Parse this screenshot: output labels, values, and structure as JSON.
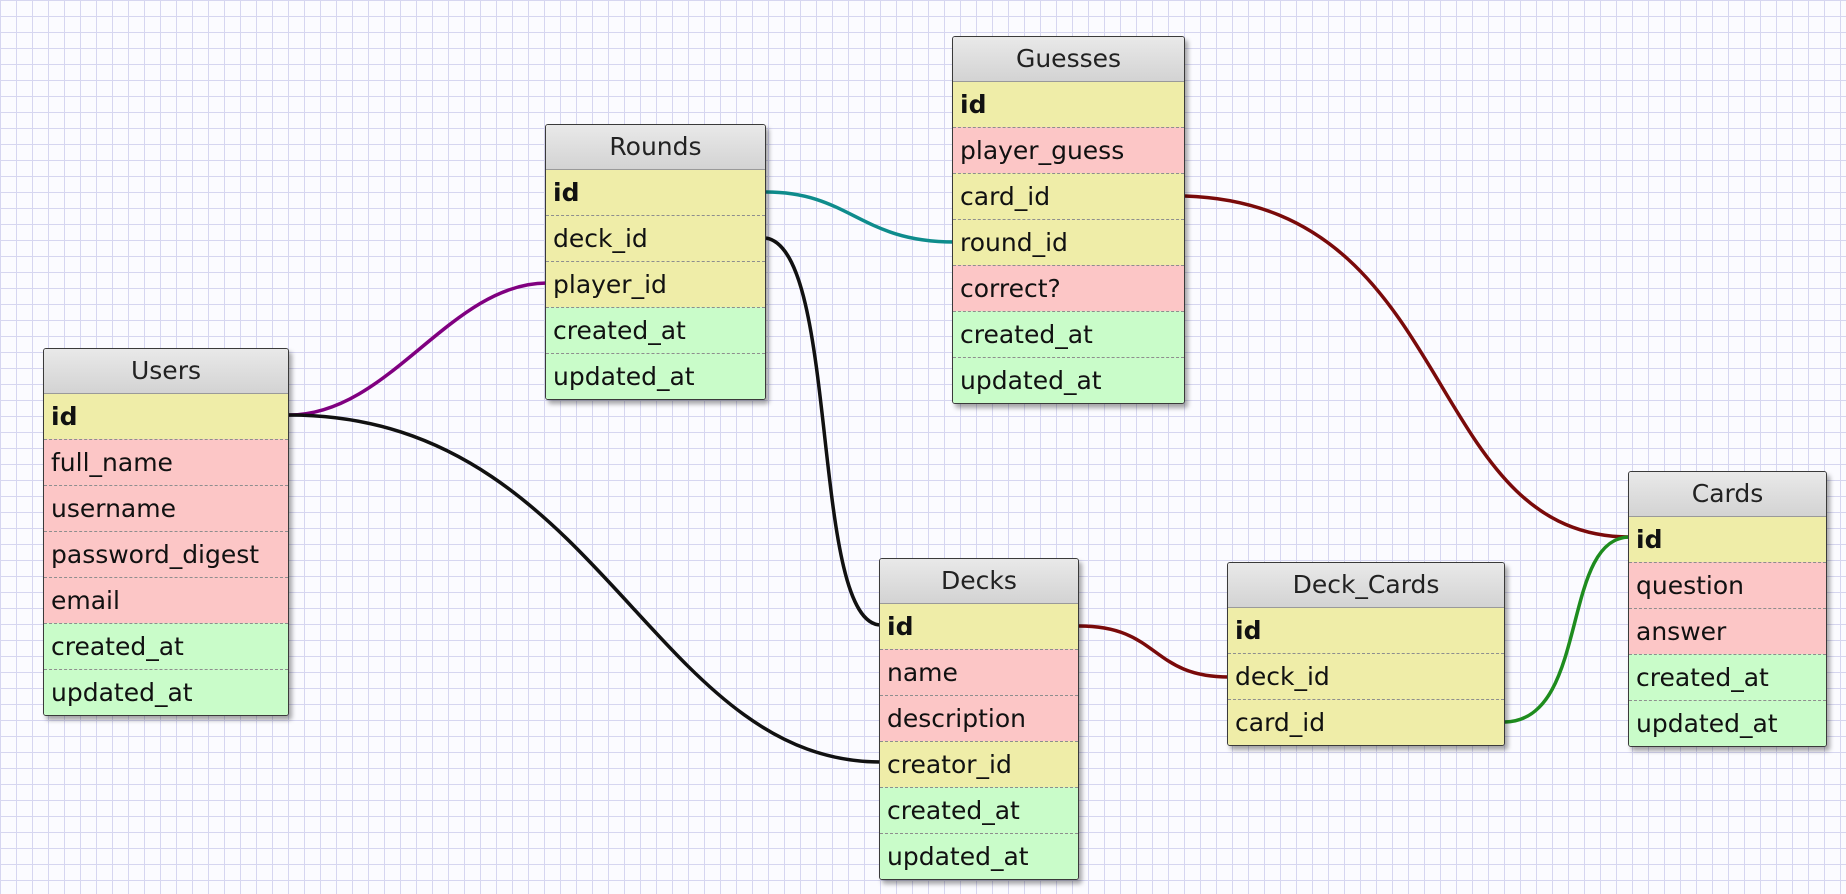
{
  "colors": {
    "grid": "#d6d6f0",
    "key_field": "#efeda8",
    "text_field": "#fcc6c6",
    "timestamp_field": "#c9fcc9",
    "header": "#d3d3d3",
    "link_purple": "#800080",
    "link_black": "#111111",
    "link_teal": "#0e8c8c",
    "link_darkred": "#7a0a0a",
    "link_green": "#1e8c1e"
  },
  "tables": {
    "users": {
      "title": "Users",
      "fields": [
        {
          "name": "id",
          "kind": "key"
        },
        {
          "name": "full_name",
          "kind": "text"
        },
        {
          "name": "username",
          "kind": "text"
        },
        {
          "name": "password_digest",
          "kind": "text"
        },
        {
          "name": "email",
          "kind": "text"
        },
        {
          "name": "created_at",
          "kind": "time"
        },
        {
          "name": "updated_at",
          "kind": "time"
        }
      ]
    },
    "rounds": {
      "title": "Rounds",
      "fields": [
        {
          "name": "id",
          "kind": "key"
        },
        {
          "name": "deck_id",
          "kind": "key"
        },
        {
          "name": "player_id",
          "kind": "key"
        },
        {
          "name": "created_at",
          "kind": "time"
        },
        {
          "name": "updated_at",
          "kind": "time"
        }
      ]
    },
    "guesses": {
      "title": "Guesses",
      "fields": [
        {
          "name": "id",
          "kind": "key"
        },
        {
          "name": "player_guess",
          "kind": "text"
        },
        {
          "name": "card_id",
          "kind": "key"
        },
        {
          "name": "round_id",
          "kind": "key"
        },
        {
          "name": "correct?",
          "kind": "text"
        },
        {
          "name": "created_at",
          "kind": "time"
        },
        {
          "name": "updated_at",
          "kind": "time"
        }
      ]
    },
    "decks": {
      "title": "Decks",
      "fields": [
        {
          "name": "id",
          "kind": "key"
        },
        {
          "name": "name",
          "kind": "text"
        },
        {
          "name": "description",
          "kind": "text"
        },
        {
          "name": "creator_id",
          "kind": "key"
        },
        {
          "name": "created_at",
          "kind": "time"
        },
        {
          "name": "updated_at",
          "kind": "time"
        }
      ]
    },
    "deck_cards": {
      "title": "Deck_Cards",
      "fields": [
        {
          "name": "id",
          "kind": "key"
        },
        {
          "name": "deck_id",
          "kind": "key"
        },
        {
          "name": "card_id",
          "kind": "key"
        }
      ]
    },
    "cards": {
      "title": "Cards",
      "fields": [
        {
          "name": "id",
          "kind": "key"
        },
        {
          "name": "question",
          "kind": "text"
        },
        {
          "name": "answer",
          "kind": "text"
        },
        {
          "name": "created_at",
          "kind": "time"
        },
        {
          "name": "updated_at",
          "kind": "time"
        }
      ]
    }
  },
  "relations": [
    {
      "from": "users.id",
      "to": "rounds.player_id",
      "color": "#800080"
    },
    {
      "from": "users.id",
      "to": "decks.creator_id",
      "color": "#111111"
    },
    {
      "from": "rounds.deck_id",
      "to": "decks.id",
      "color": "#111111"
    },
    {
      "from": "rounds.id",
      "to": "guesses.round_id",
      "color": "#0e8c8c"
    },
    {
      "from": "guesses.card_id",
      "to": "cards.id",
      "color": "#7a0a0a"
    },
    {
      "from": "decks.id",
      "to": "deck_cards.deck_id",
      "color": "#7a0a0a"
    },
    {
      "from": "deck_cards.card_id",
      "to": "cards.id",
      "color": "#1e8c1e"
    }
  ]
}
